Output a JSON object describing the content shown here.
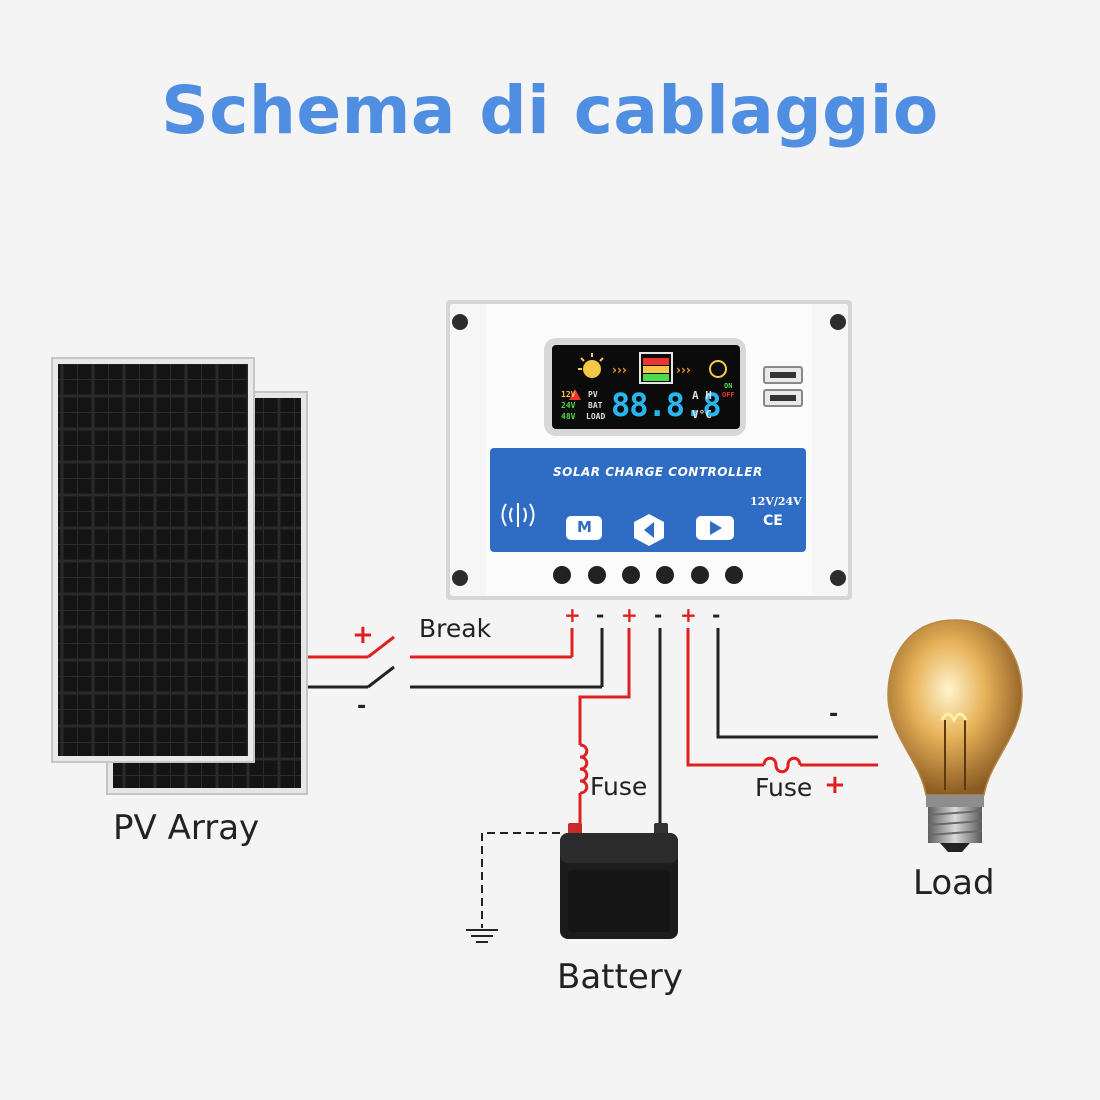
{
  "title": "Schema di cablaggio",
  "labels": {
    "pv_array": "PV Array",
    "battery": "Battery",
    "load": "Load",
    "break": "Break",
    "fuse_battery": "Fuse",
    "fuse_load": "Fuse"
  },
  "polarity": {
    "pv_plus": "+",
    "pv_minus": "-",
    "term1": "+",
    "term2": "-",
    "term3": "+",
    "term4": "-",
    "term5": "+",
    "term6": "-",
    "load_minus": "-",
    "load_plus": "+"
  },
  "controller": {
    "name": "SOLAR CHARGE CONTROLLER",
    "rating": "12V/24V",
    "ce": "CE",
    "btn_m": "M",
    "lcd_digits": "88.8.8",
    "lcd_units_top": "A H",
    "lcd_units_bottom": "V°C",
    "lcd_volt_12": "12V",
    "lcd_volt_24": "24V",
    "lcd_volt_48": "48V",
    "lcd_pv": "PV",
    "lcd_bat": "BAT",
    "lcd_load": "LOAD",
    "lcd_on": "ON",
    "lcd_off": "OFF"
  },
  "colors": {
    "title": "#4f8ee0",
    "positive_wire": "#e02020",
    "negative_wire": "#222222",
    "controller_panel": "#2f6cc4"
  }
}
